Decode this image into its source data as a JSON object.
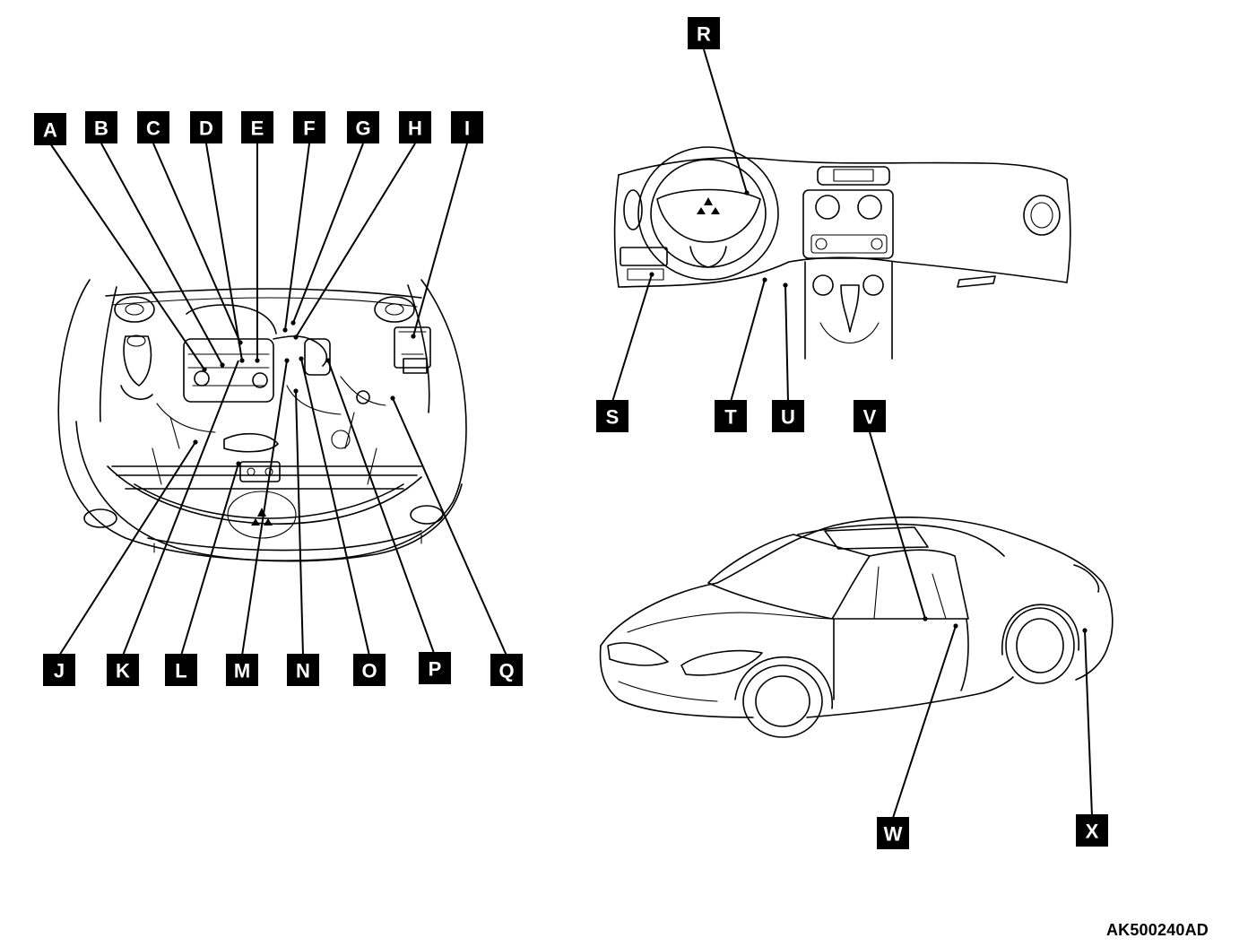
{
  "callouts": [
    {
      "id": "A",
      "text": "A"
    },
    {
      "id": "B",
      "text": "B"
    },
    {
      "id": "C",
      "text": "C"
    },
    {
      "id": "D",
      "text": "D"
    },
    {
      "id": "E",
      "text": "E"
    },
    {
      "id": "F",
      "text": "F"
    },
    {
      "id": "G",
      "text": "G"
    },
    {
      "id": "H",
      "text": "H"
    },
    {
      "id": "I",
      "text": "I"
    },
    {
      "id": "J",
      "text": "J"
    },
    {
      "id": "K",
      "text": "K"
    },
    {
      "id": "L",
      "text": "L"
    },
    {
      "id": "M",
      "text": "M"
    },
    {
      "id": "N",
      "text": "N"
    },
    {
      "id": "O",
      "text": "O"
    },
    {
      "id": "P",
      "text": "P"
    },
    {
      "id": "Q",
      "text": "Q"
    },
    {
      "id": "R",
      "text": "R"
    },
    {
      "id": "S",
      "text": "S"
    },
    {
      "id": "T",
      "text": "T"
    },
    {
      "id": "U",
      "text": "U"
    },
    {
      "id": "V",
      "text": "V"
    },
    {
      "id": "W",
      "text": "W"
    },
    {
      "id": "X",
      "text": "X"
    }
  ],
  "figure_code": "AK500240AD"
}
